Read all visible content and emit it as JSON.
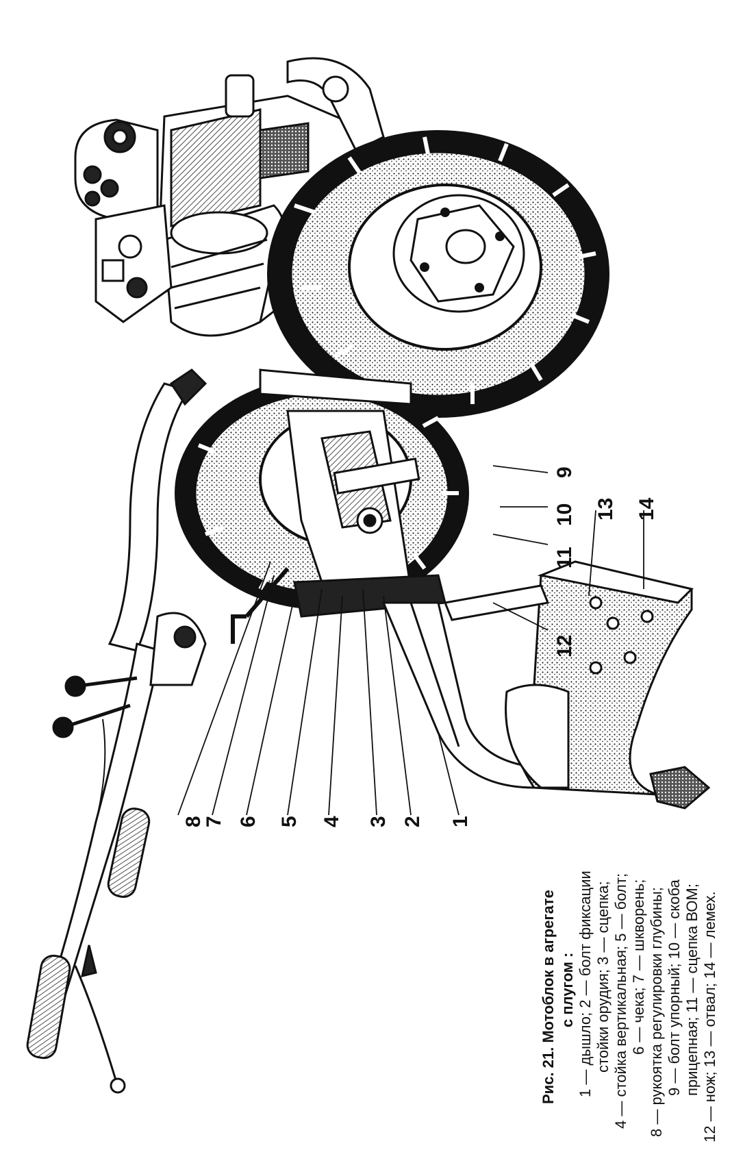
{
  "figure": {
    "callouts": [
      "1",
      "2",
      "3",
      "4",
      "5",
      "6",
      "7",
      "8",
      "9",
      "10",
      "11",
      "12",
      "13",
      "14"
    ],
    "caption": {
      "title": "Рис. 21. Мотоблок в агрегате",
      "lines": [
        "с плугом :",
        "1 — дышло; 2 — болт фиксации",
        "стойки орудия; 3 — сцепка;",
        "4 — стойка вертикальная; 5 — болт;",
        "6 — чека; 7 — шкворень;",
        "8 — рукоятка регулировки глубины;",
        "9 — болт упорный; 10 — скоба",
        "прицепная; 11 — сцепка ВОМ;",
        "12 — нож; 13 — отвал; 14 — лемех."
      ]
    }
  }
}
